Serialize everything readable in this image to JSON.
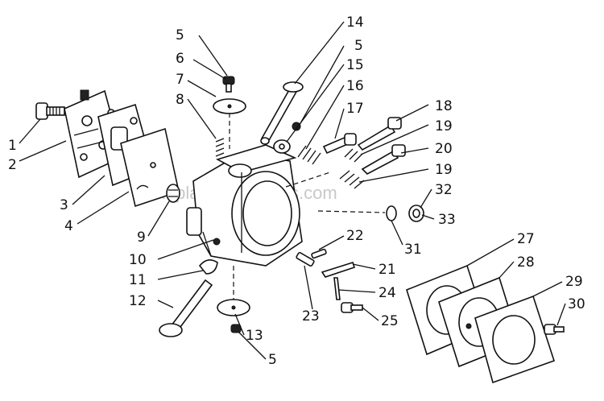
{
  "watermark": "ReplacementParts.com",
  "callouts": [
    {
      "id": "1",
      "text": "1"
    },
    {
      "id": "2",
      "text": "2"
    },
    {
      "id": "3",
      "text": "3"
    },
    {
      "id": "4",
      "text": "4"
    },
    {
      "id": "5a",
      "text": "5"
    },
    {
      "id": "6",
      "text": "6"
    },
    {
      "id": "7",
      "text": "7"
    },
    {
      "id": "8",
      "text": "8"
    },
    {
      "id": "9",
      "text": "9"
    },
    {
      "id": "10",
      "text": "10"
    },
    {
      "id": "11",
      "text": "11"
    },
    {
      "id": "12",
      "text": "12"
    },
    {
      "id": "13",
      "text": "13"
    },
    {
      "id": "5c",
      "text": "5"
    },
    {
      "id": "14",
      "text": "14"
    },
    {
      "id": "5b",
      "text": "5"
    },
    {
      "id": "15",
      "text": "15"
    },
    {
      "id": "16",
      "text": "16"
    },
    {
      "id": "17",
      "text": "17"
    },
    {
      "id": "18",
      "text": "18"
    },
    {
      "id": "19a",
      "text": "19"
    },
    {
      "id": "20",
      "text": "20"
    },
    {
      "id": "19b",
      "text": "19"
    },
    {
      "id": "32",
      "text": "32"
    },
    {
      "id": "33",
      "text": "33"
    },
    {
      "id": "31",
      "text": "31"
    },
    {
      "id": "22",
      "text": "22"
    },
    {
      "id": "21",
      "text": "21"
    },
    {
      "id": "24",
      "text": "24"
    },
    {
      "id": "23",
      "text": "23"
    },
    {
      "id": "25",
      "text": "25"
    },
    {
      "id": "27",
      "text": "27"
    },
    {
      "id": "28",
      "text": "28"
    },
    {
      "id": "29",
      "text": "29"
    },
    {
      "id": "30",
      "text": "30"
    }
  ]
}
